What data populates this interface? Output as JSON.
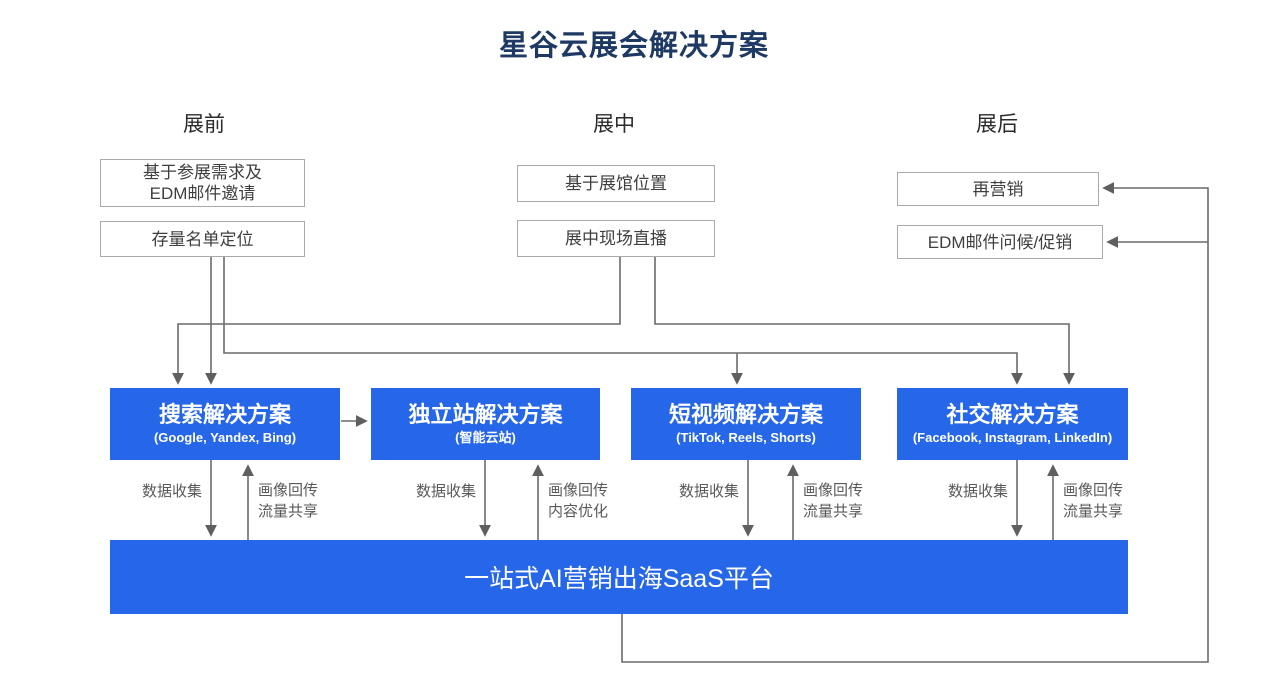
{
  "title": "星谷云展会解决方案",
  "stages": [
    {
      "header": "展前",
      "box1": "基于参展需求及\nEDM邮件邀请",
      "box2": "存量名单定位"
    },
    {
      "header": "展中",
      "box1": "基于展馆位置",
      "box2": "展中现场直播"
    },
    {
      "header": "展后",
      "box1": "再营销",
      "box2": "EDM邮件问候/促销"
    }
  ],
  "solutions": [
    {
      "title": "搜索解决方案",
      "subtitle": "(Google, Yandex, Bing)",
      "down_label": "数据收集",
      "up_label": "画像回传\n流量共享"
    },
    {
      "title": "独立站解决方案",
      "subtitle": "(智能云站)",
      "down_label": "数据收集",
      "up_label": "画像回传\n内容优化"
    },
    {
      "title": "短视频解决方案",
      "subtitle": "(TikTok, Reels, Shorts)",
      "down_label": "数据收集",
      "up_label": "画像回传\n流量共享"
    },
    {
      "title": "社交解决方案",
      "subtitle": "(Facebook, Instagram, LinkedIn)",
      "down_label": "数据收集",
      "up_label": "画像回传\n流量共享"
    }
  ],
  "platform_label": "一站式AI营销出海SaaS平台",
  "colors": {
    "accent_blue": "#2666E8",
    "title_navy": "#1E3A64",
    "connector_gray": "#6A6A6A",
    "box_border": "#A9A9A9",
    "box_text": "#3F3F3F",
    "label_gray": "#595959"
  }
}
